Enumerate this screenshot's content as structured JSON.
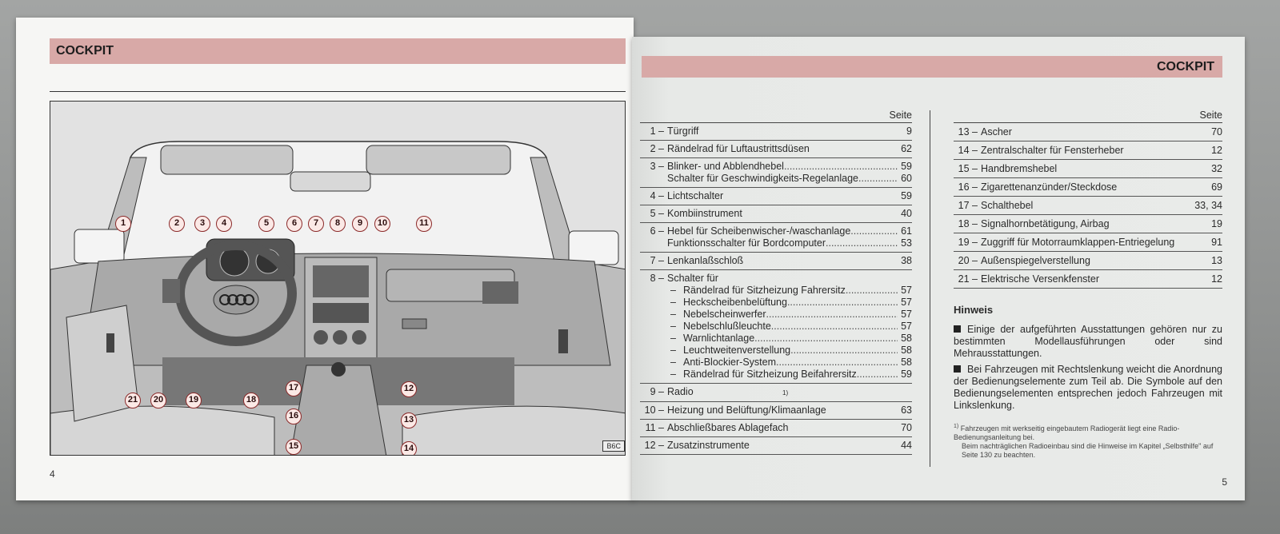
{
  "left_page": {
    "header": "COCKPIT",
    "page_number": "4",
    "figure": {
      "code": "B6C",
      "callouts": [
        "1",
        "2",
        "3",
        "4",
        "5",
        "6",
        "7",
        "8",
        "9",
        "10",
        "11",
        "12",
        "13",
        "14",
        "15",
        "16",
        "17",
        "18",
        "19",
        "20",
        "21"
      ]
    }
  },
  "right_page": {
    "header": "COCKPIT",
    "page_number": "5",
    "col_header": "Seite",
    "items_left": [
      {
        "num": "1 –",
        "lines": [
          {
            "text": "Türgriff",
            "page": "9"
          }
        ]
      },
      {
        "num": "2 –",
        "lines": [
          {
            "text": "Rändelrad für Luftaustrittsdüsen",
            "page": "62"
          }
        ]
      },
      {
        "num": "3 –",
        "lines": [
          {
            "text": "Blinker- und Abblendhebel",
            "page": "59",
            "dots": true
          },
          {
            "text": "Schalter für Geschwindigkeits-Regelanlage",
            "page": "60",
            "dots": true
          }
        ]
      },
      {
        "num": "4 –",
        "lines": [
          {
            "text": "Lichtschalter",
            "page": "59"
          }
        ]
      },
      {
        "num": "5 –",
        "lines": [
          {
            "text": "Kombiinstrument",
            "page": "40"
          }
        ]
      },
      {
        "num": "6 –",
        "lines": [
          {
            "text": "Hebel für Scheibenwischer-/waschanlage",
            "page": "61",
            "dots": true
          },
          {
            "text": "Funktionsschalter für Bordcomputer",
            "page": "53",
            "dots": true
          }
        ]
      },
      {
        "num": "7 –",
        "lines": [
          {
            "text": "Lenkanlaßschloß",
            "page": "38"
          }
        ]
      },
      {
        "num": "8 –",
        "lines": [
          {
            "text": "Schalter für",
            "page": ""
          }
        ],
        "sub": [
          {
            "text": "Rändelrad für Sitzheizung Fahrersitz",
            "page": "57"
          },
          {
            "text": "Heckscheibenbelüftung",
            "page": "57"
          },
          {
            "text": "Nebelscheinwerfer",
            "page": "57"
          },
          {
            "text": "Nebelschlußleuchte",
            "page": "57"
          },
          {
            "text": "Warnlichtanlage",
            "page": "58"
          },
          {
            "text": "Leuchtweitenverstellung",
            "page": "58"
          },
          {
            "text": "Anti-Blockier-System",
            "page": "58"
          },
          {
            "text": "Rändelrad für Sitzheizung Beifahrersitz",
            "page": "59"
          }
        ]
      },
      {
        "num": "9 –",
        "lines": [
          {
            "text": "Radio",
            "sup": "1)",
            "page": ""
          }
        ]
      },
      {
        "num": "10 –",
        "lines": [
          {
            "text": "Heizung und Belüftung/Klimaanlage",
            "page": "63"
          }
        ]
      },
      {
        "num": "11 –",
        "lines": [
          {
            "text": "Abschließbares Ablagefach",
            "page": "70"
          }
        ]
      },
      {
        "num": "12 –",
        "lines": [
          {
            "text": "Zusatzinstrumente",
            "page": "44"
          }
        ]
      }
    ],
    "items_right": [
      {
        "num": "13 –",
        "text": "Ascher",
        "page": "70"
      },
      {
        "num": "14 –",
        "text": "Zentralschalter für Fensterheber",
        "page": "12"
      },
      {
        "num": "15 –",
        "text": "Handbremshebel",
        "page": "32"
      },
      {
        "num": "16 –",
        "text": "Zigarettenanzünder/Steckdose",
        "page": "69"
      },
      {
        "num": "17 –",
        "text": "Schalthebel",
        "page": "33, 34"
      },
      {
        "num": "18 –",
        "text": "Signalhornbetätigung, Airbag",
        "page": "19"
      },
      {
        "num": "19 –",
        "text": "Zuggriff für Motorraumklappen-Entriegelung",
        "page": "91"
      },
      {
        "num": "20 –",
        "text": "Außenspiegelverstellung",
        "page": "13"
      },
      {
        "num": "21 –",
        "text": "Elektrische Versenkfenster",
        "page": "12"
      }
    ],
    "hinweis": {
      "title": "Hinweis",
      "paragraphs": [
        "Einige der aufgeführten Ausstattungen gehören nur zu bestimmten Modellausführungen oder sind Mehrausstattungen.",
        "Bei Fahrzeugen mit Rechtslenkung weicht die Anordnung der Bedienungselemente zum Teil ab. Die Symbole auf den Bedienungselementen entsprechen jedoch Fahrzeugen mit Linkslenkung."
      ]
    },
    "footnote": {
      "mark": "1)",
      "line1": "Fahrzeugen mit werkseitig eingebautem Radiogerät liegt eine Radio-Bedienungsanleitung bei.",
      "line2": "Beim nachträglichen Radioeinbau sind die Hinweise im Kapitel „Selbsthilfe\" auf Seite 130 zu beachten."
    }
  }
}
